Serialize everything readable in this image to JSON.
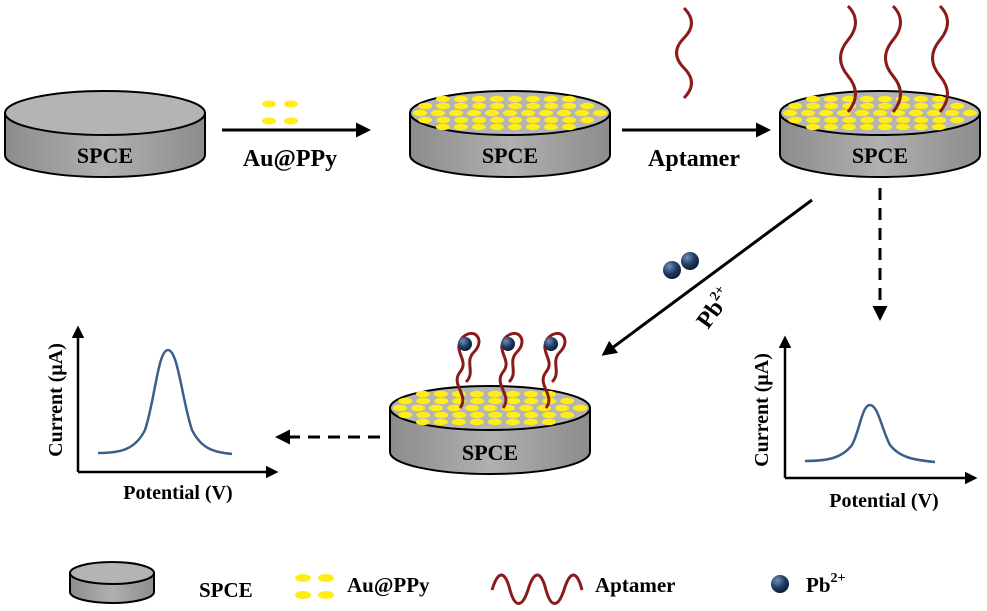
{
  "electrode_label": "SPCE",
  "steps": {
    "modification_1": "Au@PPy",
    "modification_2": "Aptamer"
  },
  "target": {
    "symbol": "Pb",
    "charge": "2+"
  },
  "plots": {
    "ylabel": "Current (μA)",
    "xlabel": "Potential (V)"
  },
  "legend": {
    "electrode": "SPCE",
    "nanoparticles": "Au@PPy",
    "aptamer": "Aptamer",
    "ion_symbol": "Pb",
    "ion_charge": "2+"
  },
  "colors": {
    "electrode_fill": "#a9a9a9",
    "nanoparticle": "#ffed1a",
    "aptamer": "#8b1a1a",
    "ion": "#1f3b63",
    "curve": "#3a5f8a"
  }
}
